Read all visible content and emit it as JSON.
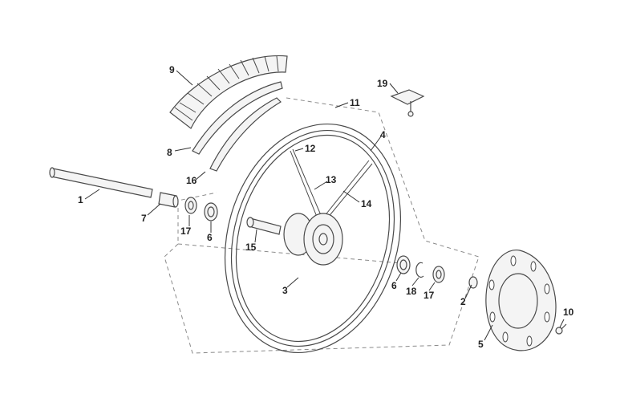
{
  "callouts": {
    "c1": "1",
    "c2": "2",
    "c3": "3",
    "c4": "4",
    "c5": "5",
    "c6a": "6",
    "c6b": "6",
    "c7": "7",
    "c8": "8",
    "c9": "9",
    "c10": "10",
    "c11": "11",
    "c12": "12",
    "c13": "13",
    "c14": "14",
    "c15": "15",
    "c16": "16",
    "c17a": "17",
    "c17b": "17",
    "c18": "18",
    "c19": "19"
  }
}
